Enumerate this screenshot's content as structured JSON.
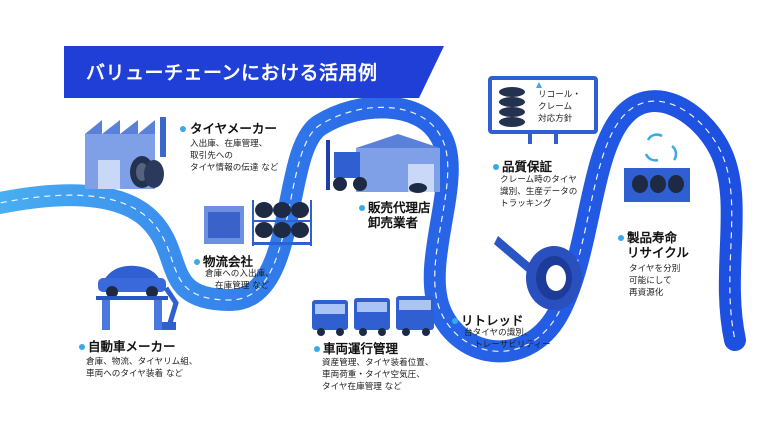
{
  "banner": {
    "title": "バリューチェーンにおける活用例",
    "color": "#1f3fd6"
  },
  "colors": {
    "road": "#2a63e8",
    "road_light": "#4aa6f0",
    "bullet": "#39a9e8",
    "illus": "#2f5fd0"
  },
  "nodes": {
    "tire_maker": {
      "title": "タイヤメーカー",
      "lines": [
        "入出庫、在庫管理、",
        "取引先への",
        "タイヤ情報の伝達 など"
      ]
    },
    "logistics": {
      "title": "物流会社",
      "lines": [
        "倉庫への入出庫、",
        "在庫管理 など"
      ]
    },
    "auto_maker": {
      "title": "自動車メーカー",
      "lines": [
        "倉庫、物流、タイヤリム組、",
        "車両へのタイヤ装着 など"
      ]
    },
    "dealer": {
      "title_lines": [
        "販売代理店",
        "卸売業者"
      ]
    },
    "fleet": {
      "title": "車両運行管理",
      "lines": [
        "資産管理、タイヤ装着位置、",
        "車両荷重・タイヤ空気圧、",
        "タイヤ在庫管理 など"
      ]
    },
    "quality": {
      "title": "品質保証",
      "lines": [
        "クレーム時のタイヤ",
        "識別、生産データの",
        "トラッキング"
      ],
      "board_lines": [
        "リコール・",
        "クレーム",
        "対応方針"
      ]
    },
    "retread": {
      "title": "リトレッド",
      "lines": [
        "台タイヤの識別、",
        "トレーサビリティー"
      ]
    },
    "recycle": {
      "title_lines": [
        "製品寿命",
        "リサイクル"
      ],
      "lines": [
        "タイヤを分別",
        "可能にして",
        "再資源化"
      ]
    }
  }
}
